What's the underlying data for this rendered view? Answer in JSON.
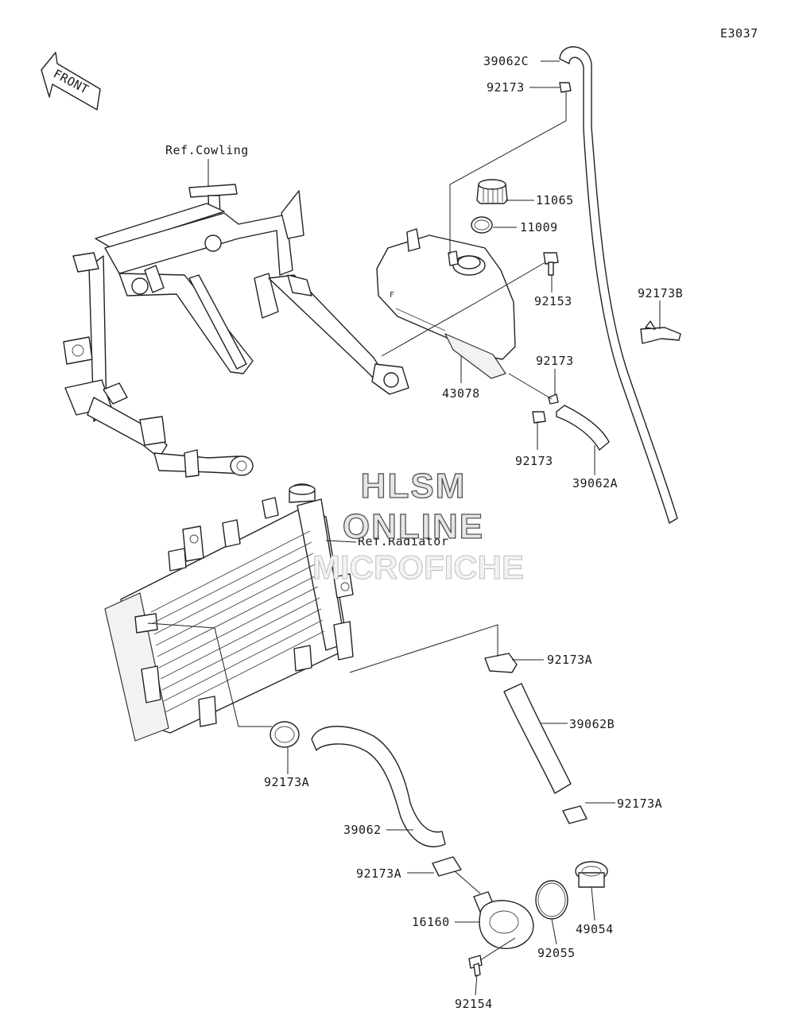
{
  "diagram_code": "E3037",
  "front_label": "FRONT",
  "refs": {
    "cowling": "Ref.Cowling",
    "radiator": "Ref.Radiator"
  },
  "watermark": {
    "line1": "HLSM",
    "line2": "ONLINE",
    "line3": "MICROFICHE"
  },
  "parts": [
    {
      "id": "39062c",
      "number": "39062C"
    },
    {
      "id": "92173-top",
      "number": "92173"
    },
    {
      "id": "11065",
      "number": "11065"
    },
    {
      "id": "11009",
      "number": "11009"
    },
    {
      "id": "92153",
      "number": "92153"
    },
    {
      "id": "92173b",
      "number": "92173B"
    },
    {
      "id": "92173-mid",
      "number": "92173"
    },
    {
      "id": "43078",
      "number": "43078"
    },
    {
      "id": "92173-low",
      "number": "92173"
    },
    {
      "id": "39062a",
      "number": "39062A"
    },
    {
      "id": "92173a-1",
      "number": "92173A"
    },
    {
      "id": "39062b",
      "number": "39062B"
    },
    {
      "id": "92173a-2",
      "number": "92173A"
    },
    {
      "id": "92173a-3",
      "number": "92173A"
    },
    {
      "id": "39062",
      "number": "39062"
    },
    {
      "id": "92173a-4",
      "number": "92173A"
    },
    {
      "id": "16160",
      "number": "16160"
    },
    {
      "id": "92055",
      "number": "92055"
    },
    {
      "id": "49054",
      "number": "49054"
    },
    {
      "id": "92154",
      "number": "92154"
    }
  ]
}
